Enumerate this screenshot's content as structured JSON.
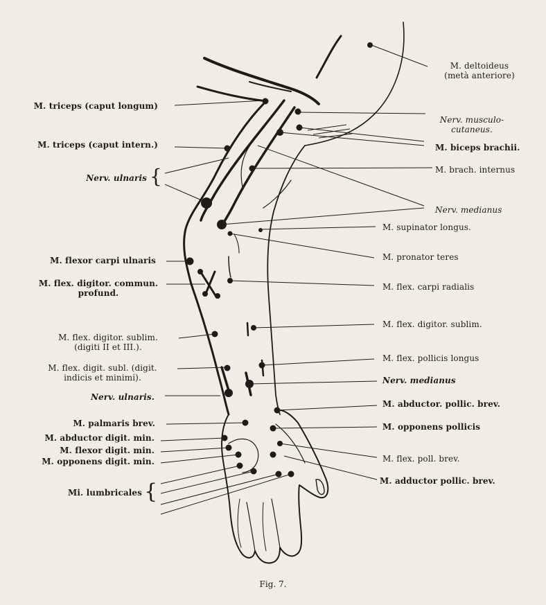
{
  "labels": {
    "deltoideus_1": "M. deltoideus",
    "deltoideus_2": "(metà anteriore)",
    "triceps_longum": "M. triceps (caput longum)",
    "triceps_intern": "M. triceps (caput intern.)",
    "nerv_ulnaris_top": "Nerv. ulnaris",
    "flexor_carpi_ulnaris": "M. flexor carpi ulnaris",
    "flex_digit_profund_1": "M. flex. digitor. commun.",
    "flex_digit_profund_2": "profund.",
    "flex_digit_sublim_23_1": "M. flex. digitor. sublim.",
    "flex_digit_sublim_23_2": "(digiti II et III.).",
    "flex_digit_subl_45_1": "M. flex. digit. subl. (digit.",
    "flex_digit_subl_45_2": "indicis et minimi).",
    "nerv_ulnaris_bottom": "Nerv. ulnaris.",
    "palmaris_brev": "M. palmaris brev.",
    "abductor_digit_min": "M. abductor digit. min.",
    "flexor_digit_min": "M. flexor digit. min.",
    "opponens_digit_min": "M. opponens digit. min.",
    "lumbricales": "Mi. lumbricales",
    "musculocutaneus_1": "Nerv. musculo-",
    "musculocutaneus_2": "cutaneus.",
    "biceps": "M. biceps brachii.",
    "brach_internus": "M. brach. internus",
    "nerv_medianus_top": "Nerv. medianus",
    "supinator_longus": "M. supinator longus.",
    "pronator_teres": "M. pronator teres",
    "flex_carpi_radialis": "M. flex. carpi radialis",
    "flex_digitor_sublim": "M. flex. digitor. sublim.",
    "flex_pollicis_longus": "M. flex. pollicis longus",
    "nerv_medianus_bottom": "Nerv. medianus",
    "abductor_pollic_brev": "M. abductor. pollic. brev.",
    "opponens_pollicis": "M. opponens pollicis",
    "flex_poll_brev": "M. flex. poll. brev.",
    "adductor_pollic_brev": "M. adductor pollic. brev."
  },
  "caption": "Fig. 7.",
  "colors": {
    "paper": "#f1ede4",
    "ink": "#1e1c19"
  }
}
